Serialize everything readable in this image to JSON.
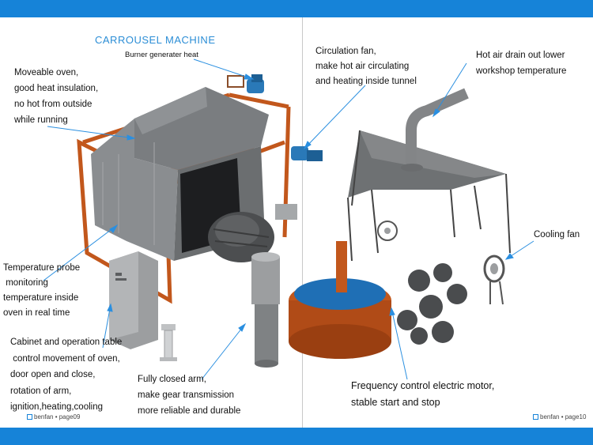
{
  "title": "CARROUSEL MACHINE",
  "labels": {
    "burner": "Burner generater heat",
    "oven": [
      "Moveable oven,",
      "good heat insulation,",
      "no hot from outside",
      "while running"
    ],
    "probe": [
      "Temperature probe",
      " monitoring",
      "temperature inside",
      "oven in real time"
    ],
    "cabinet": [
      "Cabinet and operation table",
      " control movement of oven,",
      "door open and close,",
      "rotation of arm,",
      "ignition,heating,cooling"
    ],
    "arm": [
      "Fully closed arm,",
      "make gear transmission",
      "more reliable and durable"
    ],
    "circfan": [
      "Circulation fan,",
      "make hot air circulating",
      "and heating inside tunnel"
    ],
    "hotair": [
      "Hot air drain out lower",
      "workshop temperature"
    ],
    "coolfan": "Cooling fan",
    "motor": [
      "Frequency control electric motor,",
      "stable start and stop"
    ]
  },
  "footer": {
    "left": "benfan • page09",
    "right": "benfan • page10"
  },
  "colors": {
    "accent": "#1683d8",
    "frame": "#c2571c",
    "oven": "#6b6e70",
    "callout": "#2a8fe0"
  }
}
